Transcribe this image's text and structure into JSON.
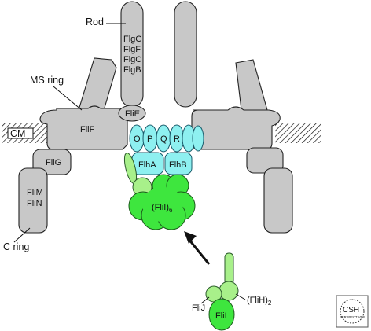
{
  "labels": {
    "rod": "Rod",
    "ms_ring": "MS ring",
    "cm": "CM",
    "c_ring": "C ring",
    "flgG": "FlgG",
    "flgF": "FlgF",
    "flgC": "FlgC",
    "flgB": "FlgB",
    "fliE": "FliE",
    "fliF": "FliF",
    "fliG": "FliG",
    "fliM": "FliM",
    "fliN": "FliN",
    "o": "O",
    "p": "P",
    "q": "Q",
    "r": "R",
    "flhA": "FlhA",
    "flhB": "FlhB",
    "flii6": "(FliI)",
    "flii6_sub": "6",
    "flij": "FliJ",
    "flih2": "(FliH)",
    "flih2_sub": "2",
    "flii": "FliI"
  },
  "logo": {
    "top": "CSH",
    "bottom": "PERSPECTIVES"
  },
  "colors": {
    "gray": "#c8c8c8",
    "cyan": "#8ef0f0",
    "green": "#3ee63e",
    "light_green": "#a8f08a"
  }
}
